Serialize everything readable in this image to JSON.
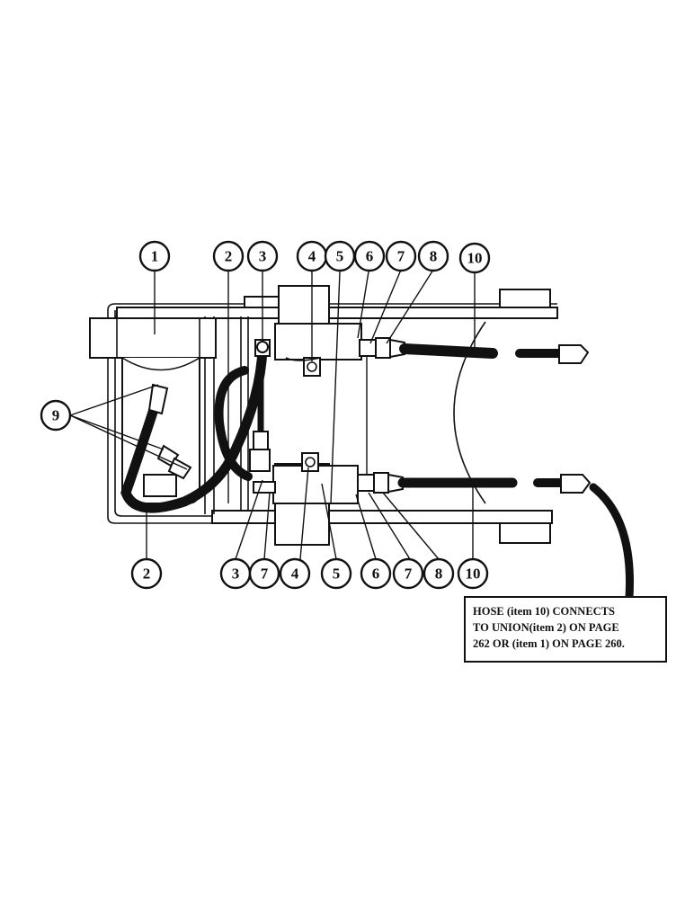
{
  "callouts": {
    "top": [
      "1",
      "2",
      "3",
      "4",
      "5",
      "6",
      "7",
      "8",
      "10"
    ],
    "left": "9",
    "bottom": [
      "2",
      "3",
      "7",
      "4",
      "5",
      "6",
      "7",
      "8",
      "10"
    ]
  },
  "note": {
    "line1": "HOSE (item 10) CONNECTS",
    "line2": "TO UNION(item 2) ON PAGE",
    "line3": "262 OR (item 1) ON PAGE 260."
  }
}
